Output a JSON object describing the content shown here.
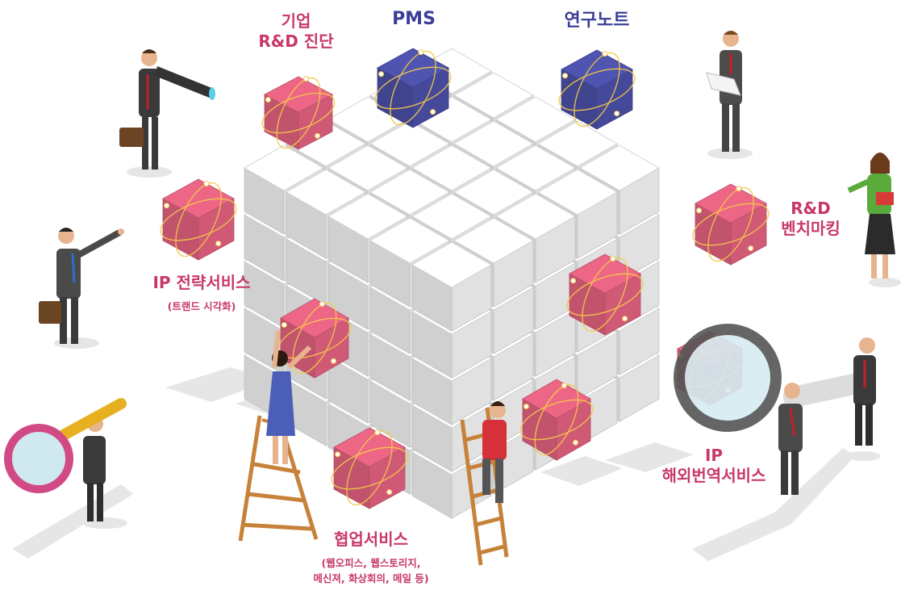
{
  "colors": {
    "pink_text": "#c8386a",
    "blue_text": "#3b3e98",
    "pink_cube": "#e0607e",
    "blue_cube": "#4a4fa6",
    "white_cube": "#f2f2f2",
    "orbit": "#f3c84a"
  },
  "labels": {
    "rnd_diagnosis_line1": "기업",
    "rnd_diagnosis_line2": "R&D 진단",
    "pms": "PMS",
    "research_note": "연구노트",
    "rnd_benchmark_line1": "R&D",
    "rnd_benchmark_line2": "벤치마킹",
    "ip_strategy": "IP 전략서비스",
    "ip_strategy_sub": "(트랜드 시각화)",
    "ip_translation_line1": "IP",
    "ip_translation_line2": "해외번역서비스",
    "collab": "협업서비스",
    "collab_sub_line1": "(웹오피스, 웹스토리지,",
    "collab_sub_line2": "메신져, 화상회의, 메일 등)"
  },
  "figures": [
    "businessman-telescope",
    "businessman-reading",
    "businessman-pointing",
    "businesswoman-folder",
    "businessman-magnifier",
    "woman-on-ladder",
    "man-climbing-ladder",
    "businessmen-big-magnifier"
  ]
}
